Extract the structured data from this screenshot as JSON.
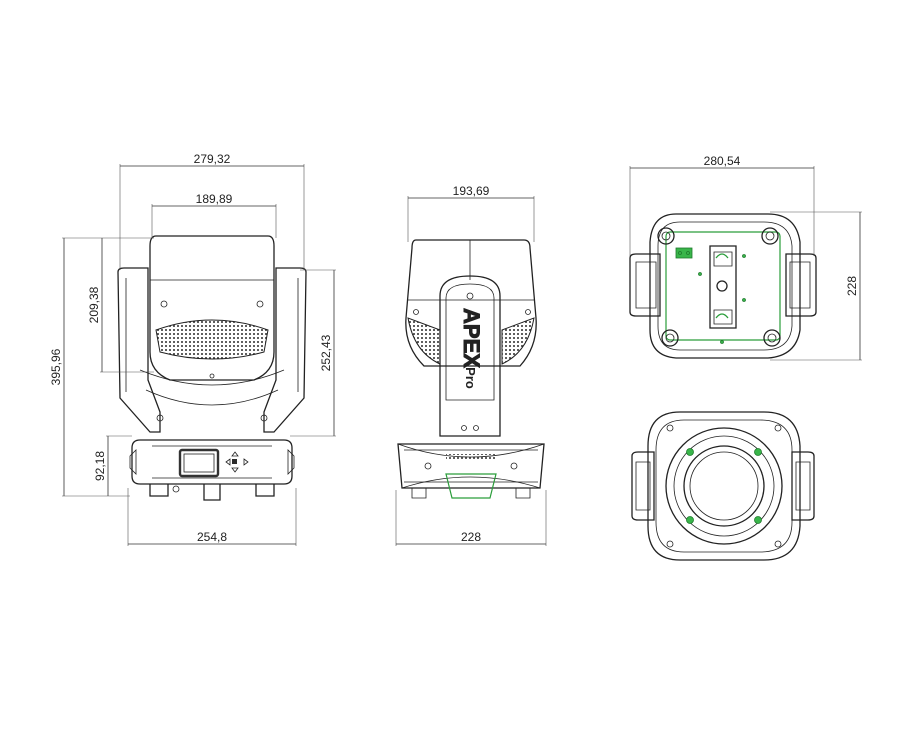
{
  "brand": "APEX",
  "brand_suffix": "Pro",
  "colors": {
    "line": "#222222",
    "dimension": "#333333",
    "accent_green": "#39b54a",
    "background": "#ffffff"
  },
  "dimensions": {
    "front_overall_width": "279,32",
    "front_head_width": "189,89",
    "front_head_height": "209,38",
    "front_total_height": "395,96",
    "front_yoke_height": "252,43",
    "front_base_height": "92,18",
    "front_base_width": "254,8",
    "side_head_width": "193,69",
    "side_base_width": "228",
    "top_width": "280,54",
    "top_depth": "228"
  }
}
